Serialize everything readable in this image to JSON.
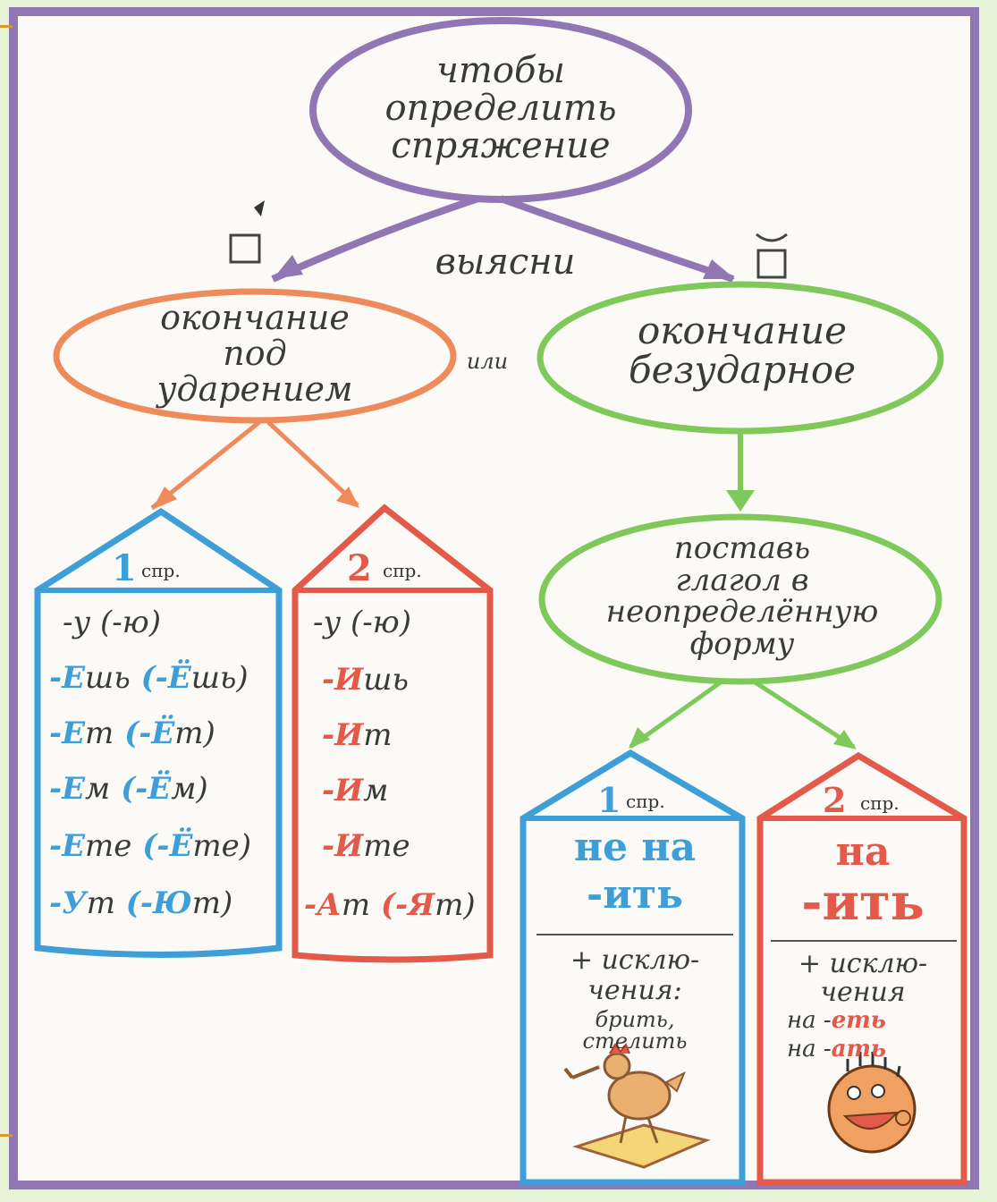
{
  "top_node": {
    "line1": "чтобы",
    "line2": "определить",
    "line3": "спряжение"
  },
  "connector": {
    "find_out": "выясни",
    "or": "или"
  },
  "stress_marks": {
    "stressed_symbol": "□́",
    "unstressed_symbol": "□̆"
  },
  "left_branch": {
    "line1": "окончание",
    "line2": "под",
    "line3": "ударением"
  },
  "right_branch": {
    "line1": "окончание",
    "line2": "безударное"
  },
  "infinitive_node": {
    "line1": "поставь",
    "line2": "глагол в",
    "line3": "неопределённую",
    "line4": "форму"
  },
  "stressed_1": {
    "num": "1",
    "label": "спр.",
    "endings": [
      {
        "a": "-у",
        "b": " (-ю)"
      },
      {
        "a": "-Е",
        "a2": "шь",
        "b1": " (-Ё",
        "b2": "шь)"
      },
      {
        "a": "-Е",
        "a2": "т",
        "b1": " (-Ё",
        "b2": "т)"
      },
      {
        "a": "-Е",
        "a2": "м",
        "b1": " (-Ё",
        "b2": "м)"
      },
      {
        "a": "-Е",
        "a2": "те",
        "b1": " (-Ё",
        "b2": "те)"
      },
      {
        "a": "-У",
        "a2": "т",
        "b1": " (-Ю",
        "b2": "т)"
      }
    ]
  },
  "stressed_2": {
    "num": "2",
    "label": "спр.",
    "endings": [
      {
        "a": "-у",
        "b": " (-ю)"
      },
      {
        "a": "-И",
        "a2": "шь"
      },
      {
        "a": "-И",
        "a2": "т"
      },
      {
        "a": "-И",
        "a2": "м"
      },
      {
        "a": "-И",
        "a2": "те"
      },
      {
        "a": "-А",
        "a2": "т",
        "b1": " (-Я",
        "b2": "т)"
      }
    ]
  },
  "unstressed_1": {
    "num": "1",
    "label": "спр.",
    "rule1": "не на",
    "rule2": "-ить",
    "exc1": "+ исклю-",
    "exc2": "чения:",
    "exc3": "брить,",
    "exc4": "стелить"
  },
  "unstressed_2": {
    "num": "2",
    "label": "спр.",
    "rule1": "на",
    "rule2": "-ить",
    "exc1": "+ исклю-",
    "exc2": "чения",
    "exc3a": "на -",
    "exc3b": "еть",
    "exc4a": "на -",
    "exc4b": "ать"
  },
  "colors": {
    "purple": "#9077b4",
    "orange": "#ef8a5a",
    "green": "#7fc95a",
    "blue": "#3e9fd8",
    "red": "#e35a4a"
  }
}
